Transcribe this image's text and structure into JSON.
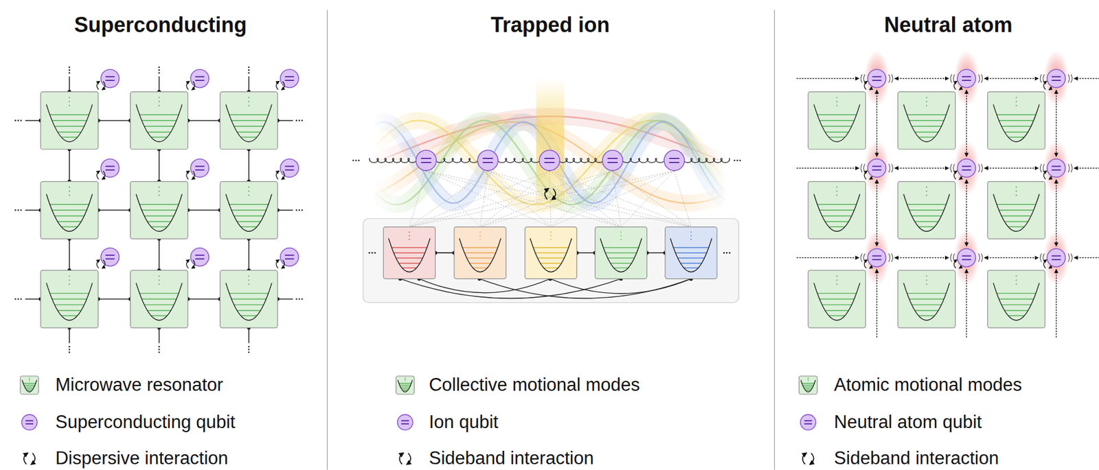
{
  "diagram": {
    "labels": [
      "Superconducting",
      "Trapped ion",
      "Neutral atom"
    ],
    "legend": [
      {
        "text": "Microwave resonator"
      },
      {
        "text": "Superconducting qubit"
      },
      {
        "text": "Dispersive interaction"
      },
      {
        "text": "Collective motional modes"
      },
      {
        "text": "Ion qubit"
      },
      {
        "text": "Sideband interaction"
      },
      {
        "text": "Atomic motional modes"
      },
      {
        "text": "Neutral atom qubit"
      },
      {
        "text": "Sideband interaction"
      }
    ]
  }
}
